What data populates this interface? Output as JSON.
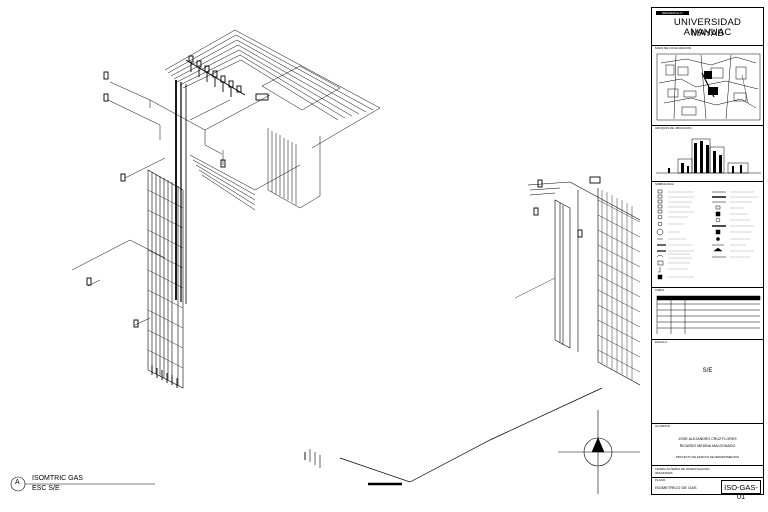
{
  "drawing": {
    "view_label": {
      "marker": "A",
      "title": "ISOMTRIC GAS",
      "scale": "ESC S/E"
    }
  },
  "title_block": {
    "badge": "DESARROLLO",
    "university_line1": "UNIVERSIDAD ANAHUAC",
    "university_line2": "MAYAB",
    "section_location": "MAPA DE LOCALIZACION",
    "section_elevation": "CROQUIS DE UBICACION",
    "section_legend": "SIMBOLOGIA",
    "section_table": "TABLA",
    "section_scale": "ESCALA",
    "scale_value": "S/E",
    "section_students": "ALUMNOS",
    "student_1": "JOSE ALEJANDRO CRUZ FLORES",
    "student_2": "RICARDO MEDINA MALDONADO",
    "project_note": "PROYECTO DE EDIFICIO DE DEPARTAMENTOS",
    "course_line1": "TEORIA ALTERNA DE INVESTIGACION",
    "course_line2": "IMAGINARIA",
    "plan_label": "PLANO",
    "plan_name": "ISOMETRICO DE GAS",
    "sheet_id": "ISO-GAS-01"
  }
}
